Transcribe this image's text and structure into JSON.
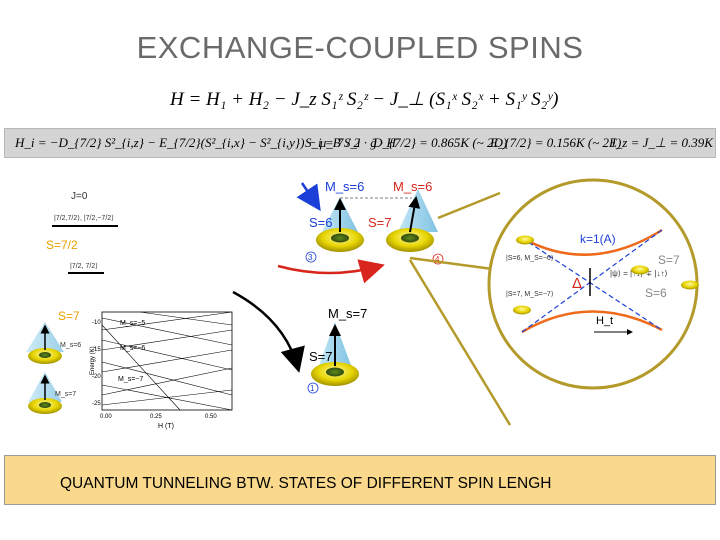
{
  "title": "EXCHANGE-COUPLED SPINS",
  "equations": {
    "main": "H = H₁ + H₂ − J_z S₁ᶻ S₂ᶻ − J_⊥ (S₁ˣ S₂ˣ + S₁ʸ S₂ʸ)",
    "h_i": "H_i = −D_{7/2} S²_{i,z} − E_{7/2}(S²_{i,x} − S²_{i,y}) − μ_B S_i · ĝ · H",
    "s_i": "S_i = 7 / 2",
    "d": "D_{7/2} = 0.865K (~ 2D)",
    "e": "E_{7/2} = 0.156K (~ 2E)",
    "j": "J_z = J_⊥ = 0.39K"
  },
  "levels": {
    "j0": "J=0",
    "state_top": "|7/2,7/2⟩, |7/2,−7/2⟩",
    "s72": "S=7/2",
    "state_mid": "|7/2, 7/2⟩",
    "s7": "S=7",
    "ms6": "M_s=6",
    "ms7": "M_s=7"
  },
  "energy_plot": {
    "ylabel": "Energy (K)",
    "xlabel": "H (T)",
    "yticks": [
      "-10",
      "-15",
      "-20",
      "-25"
    ],
    "xticks": [
      "0.00",
      "0.25",
      "0.50"
    ],
    "labels": [
      "M_s=−5",
      "M_s=−6",
      "M_s=−7"
    ]
  },
  "spin_states": {
    "ms6_a": "M_s=6",
    "ms6_b": "M_s=6",
    "s6": "S=6",
    "s7": "S=7",
    "num3": "3",
    "num4": "4",
    "ms7": "M_s=7",
    "s7_low": "S=7",
    "num1": "1"
  },
  "zoom": {
    "k": "k=1(A)",
    "delta": "Δ",
    "s7": "S=7",
    "s6": "S=6",
    "ht": "H_t",
    "ket_top": "|S=6, M_S=−6⟩",
    "ket_mid": "|ψ⟩ = |↑↓⟩ ∓ |↓↑⟩",
    "ket_bot": "|S=7, M_S=−7⟩"
  },
  "footer": "QUANTUM TUNNELING BTW. STATES OF DIFFERENT SPIN LENGH",
  "colors": {
    "torus": "#e6d400",
    "cone": "#7fc6e8",
    "red_arrow": "#d8261c",
    "blue_arrow": "#1c3fd8",
    "gold_line": "#b39a2a",
    "bottom_box": "#fbd98c",
    "orange_curve": "#ef6b1b"
  }
}
